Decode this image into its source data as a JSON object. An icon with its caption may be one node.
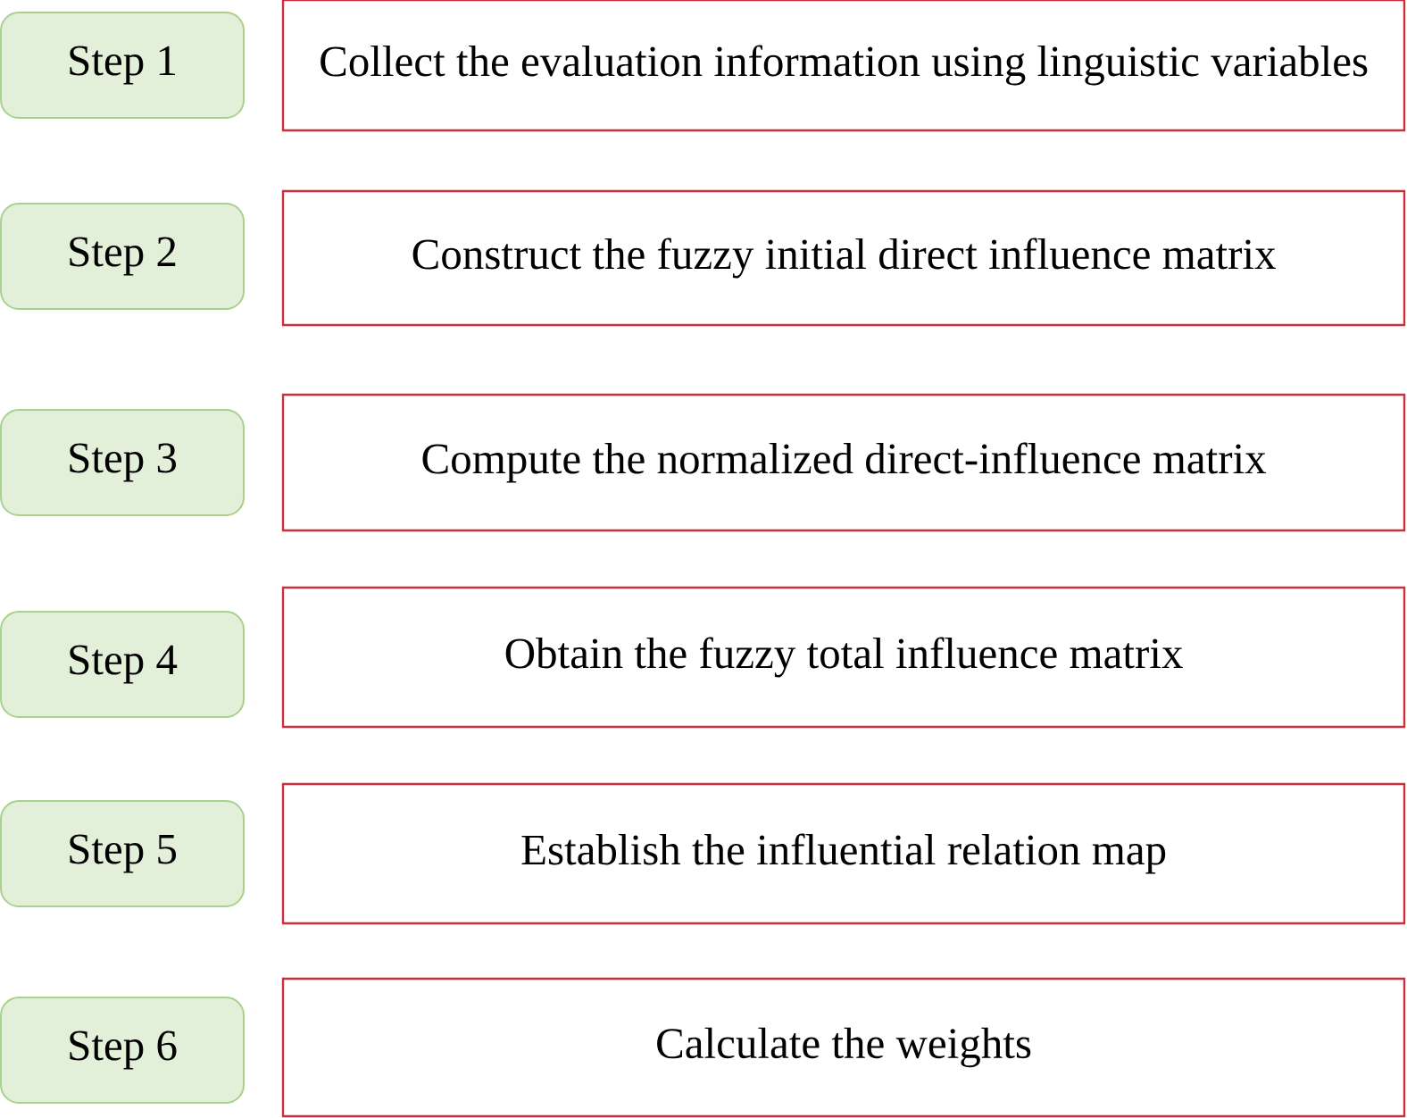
{
  "diagram": {
    "nodes": [
      {
        "text": [
          "Step 1"
        ]
      },
      {
        "text": [
          "Collect the evaluation information using linguistic variables"
        ]
      },
      {
        "text": [
          "Step 2"
        ]
      },
      {
        "text": [
          "Construct the fuzzy initial direct influence matrix"
        ]
      },
      {
        "text": [
          "Step 3"
        ]
      },
      {
        "text": [
          "Compute the normalized direct-influence matrix"
        ]
      },
      {
        "text": [
          "Step 4"
        ]
      },
      {
        "text": [
          "Obtain the fuzzy total influence matrix"
        ]
      },
      {
        "text": [
          "Step 5"
        ]
      },
      {
        "text": [
          "Establish the influential relation map"
        ]
      },
      {
        "text": [
          "Step 6"
        ]
      },
      {
        "text": [
          "Calculate the weights"
        ]
      }
    ]
  }
}
